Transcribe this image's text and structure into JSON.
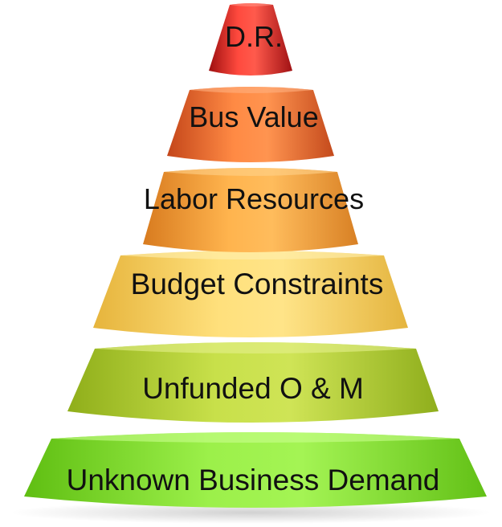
{
  "pyramid": {
    "tiers": [
      {
        "label": "D.R.",
        "color": "#e8302a"
      },
      {
        "label": "Bus Value",
        "color": "#f2742f"
      },
      {
        "label": "Labor Resources",
        "color": "#f7a63a"
      },
      {
        "label": "Budget Constraints",
        "color": "#fbd25c"
      },
      {
        "label": "Unfunded O & M",
        "color": "#b5d335"
      },
      {
        "label": "Unknown Business Demand",
        "color": "#8ee63a"
      }
    ]
  }
}
